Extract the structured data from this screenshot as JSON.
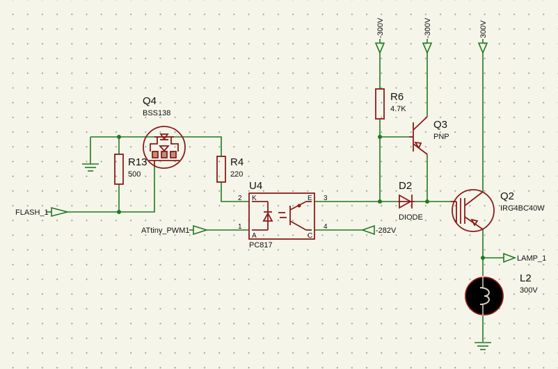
{
  "components": {
    "q4": {
      "ref": "Q4",
      "value": "BSS138"
    },
    "r13": {
      "ref": "R13",
      "value": "500"
    },
    "r4": {
      "ref": "R4",
      "value": "220"
    },
    "u4": {
      "ref": "U4",
      "value": "PC817",
      "pins": {
        "p1": "1",
        "p2": "2",
        "p3": "3",
        "p4": "4",
        "k": "K",
        "a": "A",
        "e": "E",
        "c": "C"
      }
    },
    "r6": {
      "ref": "R6",
      "value": "4.7K"
    },
    "q3": {
      "ref": "Q3",
      "value": "PNP"
    },
    "d2": {
      "ref": "D2",
      "value": "DIODE"
    },
    "q2": {
      "ref": "Q2",
      "value": "IRG4BC40W"
    },
    "l2": {
      "ref": "L2",
      "value": "300V"
    }
  },
  "nets": {
    "flash": "FLASH_1",
    "pwm": "ATtiny_PWM1",
    "neg282": "-282V",
    "v300_a": "-300V",
    "v300_b": "-300V",
    "v300_c": "300V",
    "lamp": "LAMP_1"
  },
  "colors": {
    "wire": "#1f7a1f",
    "component": "#8b1a1a",
    "background": "#f5f5ea"
  }
}
